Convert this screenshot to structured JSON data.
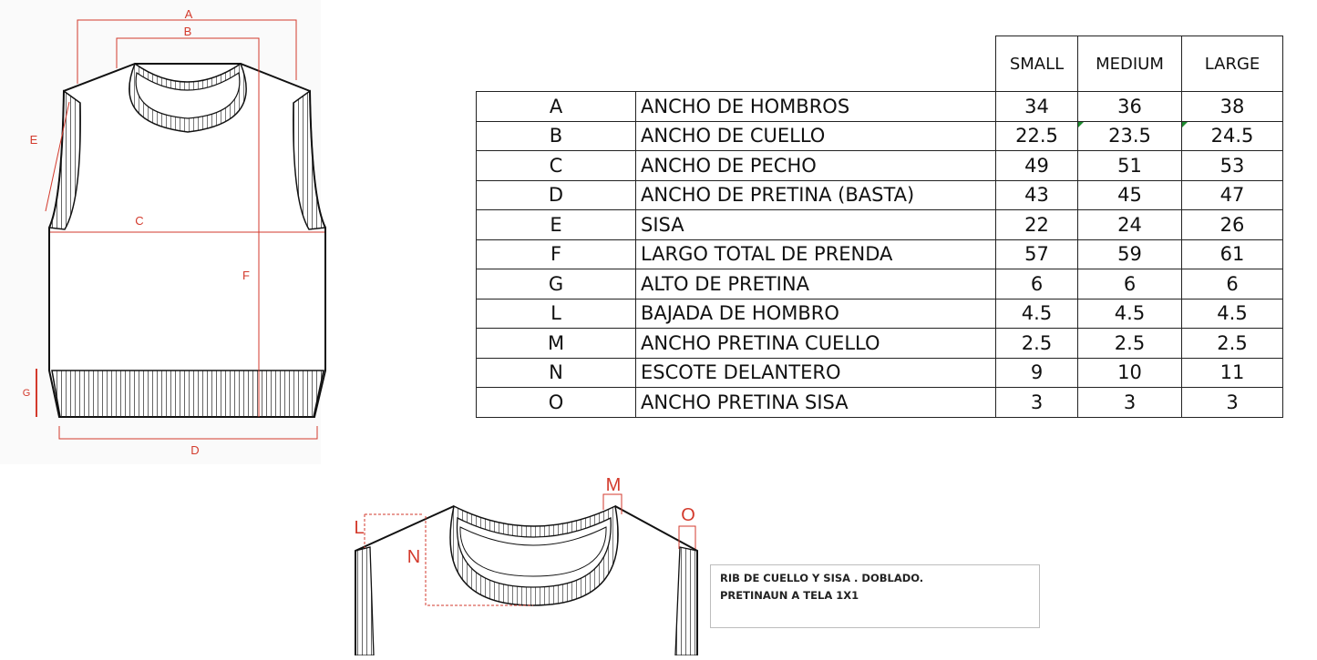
{
  "diagram": {
    "vest_labels": {
      "a": "A",
      "b": "B",
      "c": "C",
      "d": "D",
      "e": "E",
      "f": "F",
      "g": "G"
    },
    "neck_labels": {
      "l": "L",
      "m": "M",
      "n": "N",
      "o": "O"
    },
    "accent_color": "#d33a2c"
  },
  "table": {
    "headers": [
      "SMALL",
      "MEDIUM",
      "LARGE"
    ],
    "rows": [
      {
        "code": "A",
        "desc": "ANCHO DE HOMBROS",
        "s": "34",
        "m": "36",
        "l": "38"
      },
      {
        "code": "B",
        "desc": "ANCHO DE CUELLO",
        "s": "22.5",
        "m": "23.5",
        "l": "24.5"
      },
      {
        "code": "C",
        "desc": "ANCHO DE PECHO",
        "s": "49",
        "m": "51",
        "l": "53"
      },
      {
        "code": "D",
        "desc": "ANCHO DE PRETINA (BASTA)",
        "s": "43",
        "m": "45",
        "l": "47"
      },
      {
        "code": "E",
        "desc": "SISA",
        "s": "22",
        "m": "24",
        "l": "26"
      },
      {
        "code": "F",
        "desc": "LARGO TOTAL DE PRENDA",
        "s": "57",
        "m": "59",
        "l": "61"
      },
      {
        "code": "G",
        "desc": "ALTO DE PRETINA",
        "s": "6",
        "m": "6",
        "l": "6"
      },
      {
        "code": "L",
        "desc": "BAJADA DE HOMBRO",
        "s": "4.5",
        "m": "4.5",
        "l": "4.5"
      },
      {
        "code": "M",
        "desc": "ANCHO PRETINA CUELLO",
        "s": "2.5",
        "m": "2.5",
        "l": "2.5"
      },
      {
        "code": "N",
        "desc": "ESCOTE DELANTERO",
        "s": "9",
        "m": "10",
        "l": "11"
      },
      {
        "code": "O",
        "desc": "ANCHO PRETINA SISA",
        "s": "3",
        "m": "3",
        "l": "3"
      }
    ]
  },
  "note": {
    "line1": "RIB DE CUELLO  Y SISA . DOBLADO.",
    "line2": "PRETINAUN A TELA 1X1"
  }
}
